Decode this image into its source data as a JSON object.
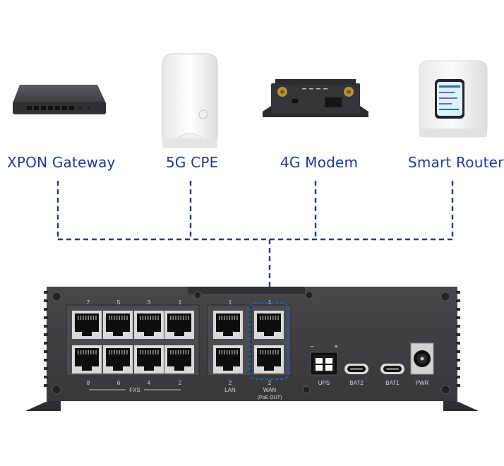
{
  "devices": [
    {
      "label": "XPON Gateway",
      "icon": "xpon-gateway-icon"
    },
    {
      "label": "5G CPE",
      "icon": "5g-cpe-icon"
    },
    {
      "label": "4G Modem",
      "icon": "4g-modem-icon"
    },
    {
      "label": "Smart Router",
      "icon": "smart-router-icon"
    }
  ],
  "colors": {
    "link": "#1f3c8c",
    "label": "#1f3c8c",
    "chassis": "#3d3f43"
  },
  "panel": {
    "fxs_top_numbers": [
      "7",
      "5",
      "3",
      "1"
    ],
    "fxs_bottom_numbers": [
      "8",
      "6",
      "4",
      "2"
    ],
    "fxs_label": "FXS",
    "lan_top_number": "1",
    "lan_bottom_number": "2",
    "lan_label": "LAN",
    "wan_top_number": "1",
    "wan_bottom_number": "2",
    "wan_label": "WAN",
    "wan_sublabel": "(PoE OUT)",
    "ups_label": "UPS",
    "ups_minus": "−",
    "ups_plus": "+",
    "bat2_label": "BAT2",
    "bat1_label": "BAT1",
    "pwr_label": "PWR"
  }
}
